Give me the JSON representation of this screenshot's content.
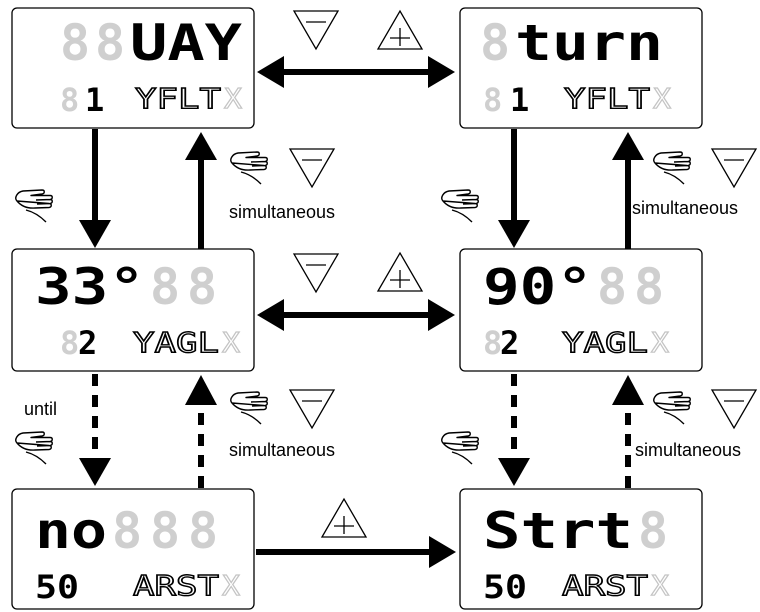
{
  "displays": {
    "d1": {
      "main": "UAY",
      "num": "1",
      "code": "YFLT"
    },
    "d2": {
      "main": "turn",
      "num": "1",
      "code": "YFLT"
    },
    "d3": {
      "main": "33°",
      "num": "2",
      "code": "YAGL"
    },
    "d4": {
      "main": "90°",
      "num": "2",
      "code": "YAGL"
    },
    "d5": {
      "main": "no",
      "num": "50",
      "code": "ARST"
    },
    "d6": {
      "main": "Strt",
      "num": "50",
      "code": "ARST"
    }
  },
  "ghost": {
    "big": "8",
    "small": "8",
    "alpha": "X"
  },
  "labels": {
    "simultaneous": "simultaneous",
    "until": "until"
  },
  "icons": {
    "down_key": "down-triangle-key-icon",
    "up_key": "up-triangle-key-icon",
    "hand": "hand-press-icon"
  }
}
